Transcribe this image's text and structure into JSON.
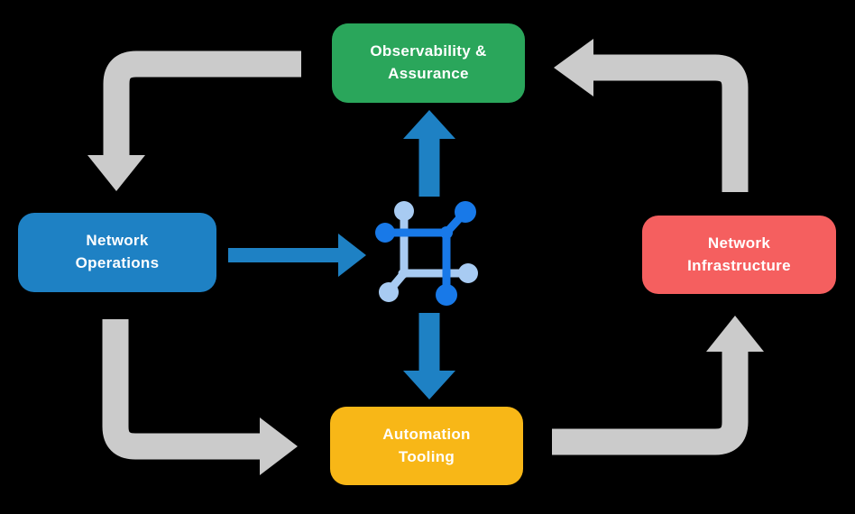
{
  "diagram": {
    "background_color": "#000000",
    "colors": {
      "arrow_gray": "#CBCBCB",
      "arrow_blue": "#1E81C4",
      "icon_dark": "#1879E8",
      "icon_light": "#A8CBF2",
      "label_text": "#FFFFFF"
    },
    "nodes": [
      {
        "id": "observability-assurance",
        "label": "Observability &\nAssurance",
        "color": "#2AA65B",
        "position": "top"
      },
      {
        "id": "network-operations",
        "label": "Network\nOperations",
        "color": "#1E81C4",
        "position": "left"
      },
      {
        "id": "network-infrastructure",
        "label": "Network\nInfrastructure",
        "color": "#F55F5F",
        "position": "right"
      },
      {
        "id": "automation-tooling",
        "label": "Automation\nTooling",
        "color": "#F8B717",
        "position": "bottom"
      }
    ],
    "center_icon": {
      "name": "network-mesh-icon",
      "dark_color": "#1879E8",
      "light_color": "#A8CBF2"
    },
    "flows": {
      "blue": [
        {
          "from": "network-operations",
          "to": "center-icon",
          "direction": "right"
        },
        {
          "from": "center-icon",
          "to": "observability-assurance",
          "direction": "up"
        },
        {
          "from": "center-icon",
          "to": "automation-tooling",
          "direction": "down"
        }
      ],
      "gray": [
        {
          "from": "observability-assurance",
          "to": "network-operations",
          "shape": "left-then-down"
        },
        {
          "from": "network-operations",
          "to": "automation-tooling",
          "shape": "down-then-right"
        },
        {
          "from": "automation-tooling",
          "to": "network-infrastructure",
          "shape": "right-then-up"
        },
        {
          "from": "network-infrastructure",
          "to": "observability-assurance",
          "shape": "up-then-left"
        }
      ]
    }
  }
}
